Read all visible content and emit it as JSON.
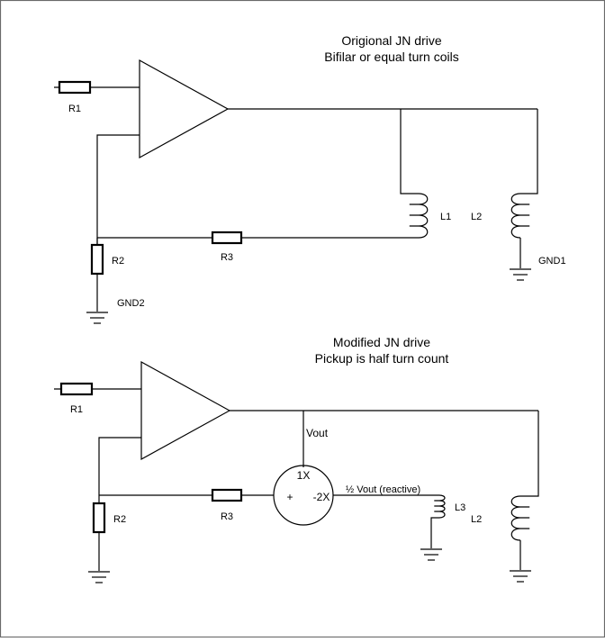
{
  "top_circuit": {
    "title_line1": "Origional JN drive",
    "title_line2": "Bifilar or equal turn coils",
    "labels": {
      "r1": "R1",
      "r2": "R2",
      "r3": "R3",
      "l1": "L1",
      "l2": "L2",
      "gnd1": "GND1",
      "gnd2": "GND2"
    }
  },
  "bottom_circuit": {
    "title_line1": "Modified JN drive",
    "title_line2": "Pickup is half turn count",
    "labels": {
      "r1": "R1",
      "r2": "R2",
      "r3": "R3",
      "l2": "L2",
      "l3": "L3",
      "vout": "Vout",
      "mult_1x": "1X",
      "mult_plus": "+",
      "mult_minus2x": "-2X",
      "half_vout": "½ Vout (reactive)"
    }
  }
}
